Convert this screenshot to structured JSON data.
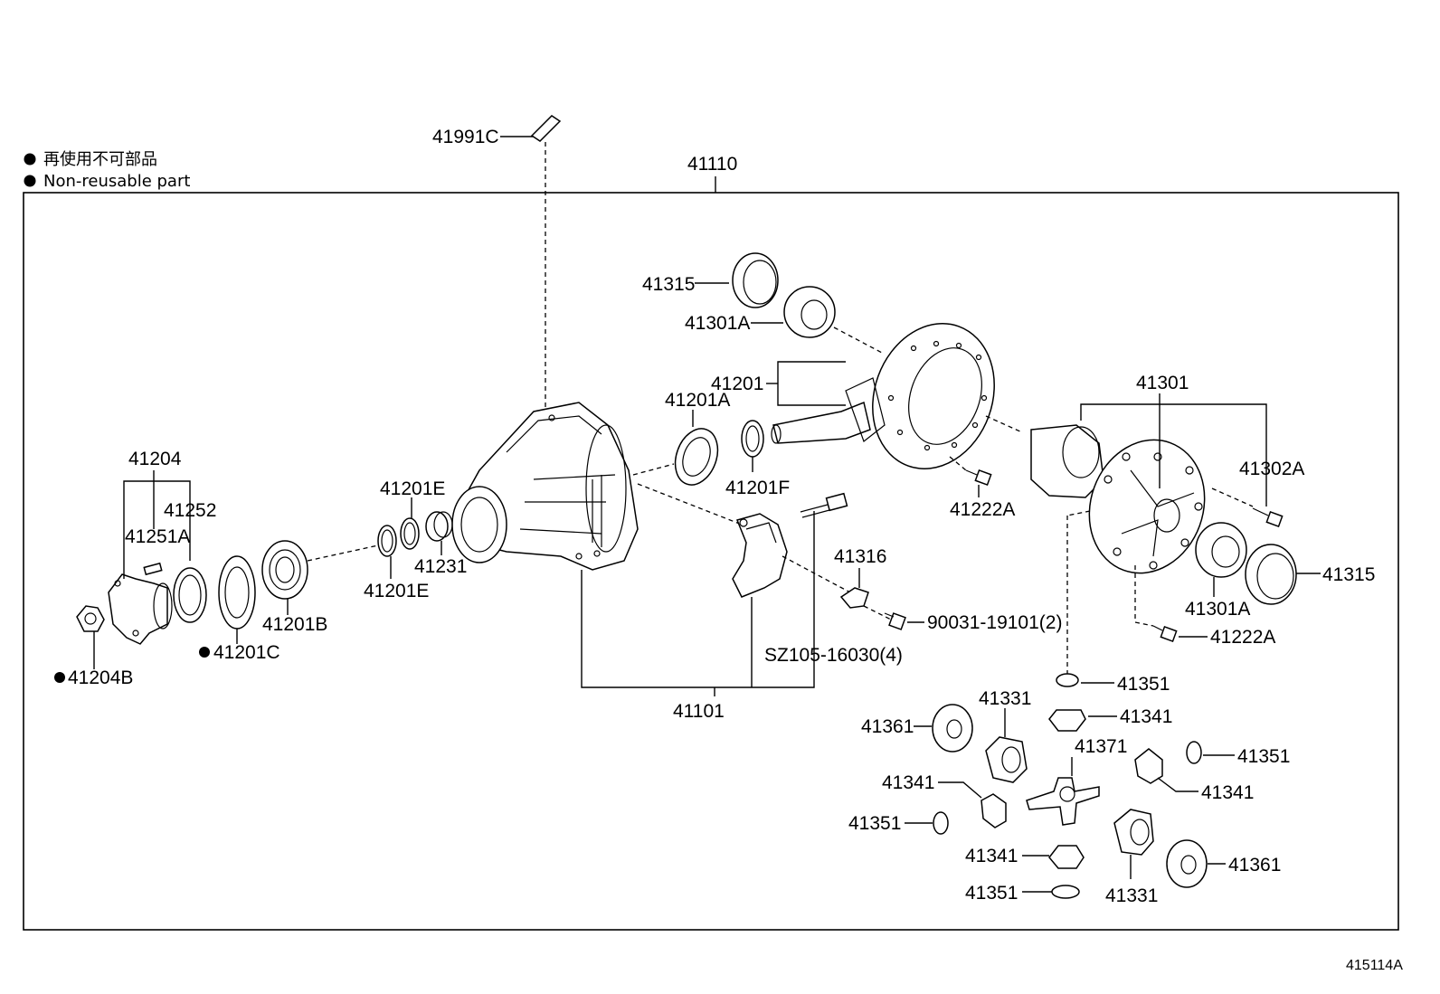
{
  "legend": {
    "jp": "再使用不可部品",
    "en": "Non-reusable part"
  },
  "figure_id": "415114A",
  "labels": {
    "p41991C": "41991C",
    "p41110": "41110",
    "p41315_top": "41315",
    "p41301A_top": "41301A",
    "p41201": "41201",
    "p41201A": "41201A",
    "p41201F": "41201F",
    "p41222A_top": "41222A",
    "p41301": "41301",
    "p41302A": "41302A",
    "p41315_right": "41315",
    "p41301A_right": "41301A",
    "p41222A_right": "41222A",
    "p41204": "41204",
    "p41252": "41252",
    "p41251A": "41251A",
    "p41201E_top": "41201E",
    "p41201E_bottom": "41201E",
    "p41231": "41231",
    "p41201B": "41201B",
    "p41201C": "41201C",
    "p41204B": "41204B",
    "p41316": "41316",
    "p90031": "90031-19101(2)",
    "pSZ105": "SZ105-16030(4)",
    "p41101": "41101",
    "p41351_a": "41351",
    "p41341_a": "41341",
    "p41361_a": "41361",
    "p41331_a": "41331",
    "p41371": "41371",
    "p41351_b": "41351",
    "p41341_b": "41341",
    "p41341_c": "41341",
    "p41351_c": "41351",
    "p41341_d": "41341",
    "p41351_d": "41351",
    "p41331_b": "41331",
    "p41361_b": "41361"
  }
}
